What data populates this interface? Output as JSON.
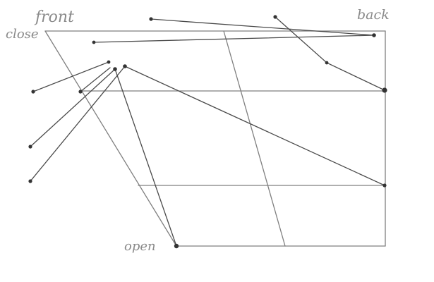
{
  "labels": {
    "front": "front",
    "back": "back",
    "close": "close",
    "open": "open"
  },
  "colors": {
    "frame_line": "#7f7f7f",
    "connector_line": "#4a4a4a",
    "dot": "#333333",
    "label": "#8a8a8a",
    "background": "#ffffff"
  }
}
